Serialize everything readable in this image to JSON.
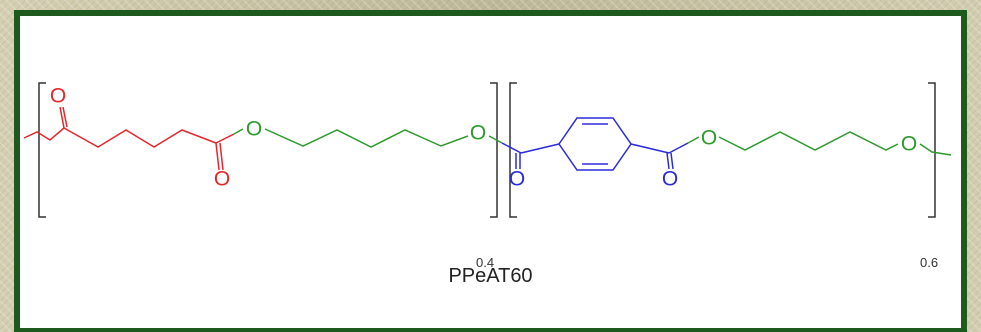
{
  "diagram": {
    "title": "PPeAT60",
    "repeat_units": [
      {
        "subscript": "0.4",
        "color": "#e8262b"
      },
      {
        "subscript": "0.6",
        "color": "#2b2bd9"
      }
    ],
    "atom_label": "O",
    "colors": {
      "adipate": "#e8262b",
      "diol": "#2e9a2e",
      "terephthalate": "#2b2bd9",
      "bracket": "#333333",
      "frame": "#1e5a1e"
    }
  }
}
